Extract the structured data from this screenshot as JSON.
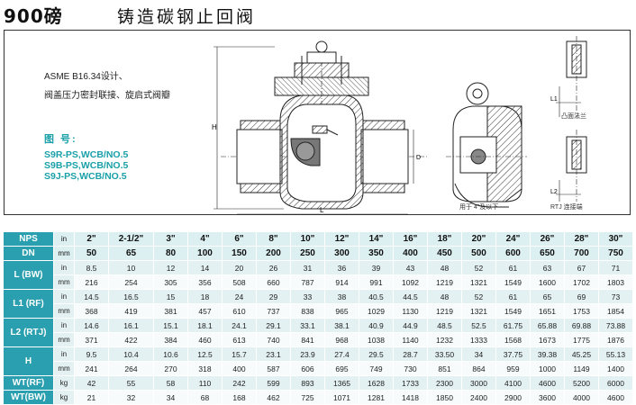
{
  "header": {
    "class_label": "900磅",
    "title": "铸造碳钢止回阀"
  },
  "drawing": {
    "desc_line1": "ASME B16.34设计、",
    "desc_line2": "阀盖压力密封联接、旋启式阀瓣",
    "fig_label": "图 号:",
    "models": [
      "S9R-PS,WCB/NO.5",
      "S9B-PS,WCB/NO.5",
      "S9J-PS,WCB/NO.5"
    ],
    "caption_small": "用于 4\"及以下",
    "caption_rf": "凸面法兰",
    "caption_rtj": "RTJ 连接端",
    "dim_h": "H",
    "dim_l": "L",
    "dim_d": "D",
    "dim_l1": "L1",
    "dim_l2": "L2"
  },
  "table": {
    "nps": {
      "label": "NPS",
      "unit": "in",
      "values": [
        "2\"",
        "2-1/2\"",
        "3\"",
        "4\"",
        "6\"",
        "8\"",
        "10\"",
        "12\"",
        "14\"",
        "16\"",
        "18\"",
        "20\"",
        "24\"",
        "26\"",
        "28\"",
        "30\""
      ]
    },
    "dn": {
      "label": "DN",
      "unit": "mm",
      "values": [
        "50",
        "65",
        "80",
        "100",
        "150",
        "200",
        "250",
        "300",
        "350",
        "400",
        "450",
        "500",
        "600",
        "650",
        "700",
        "750"
      ]
    },
    "groups": [
      {
        "label": "L (BW)",
        "rows": [
          {
            "unit": "in",
            "values": [
              "8.5",
              "10",
              "12",
              "14",
              "20",
              "26",
              "31",
              "36",
              "39",
              "43",
              "48",
              "52",
              "61",
              "63",
              "67",
              "71"
            ]
          },
          {
            "unit": "mm",
            "values": [
              "216",
              "254",
              "305",
              "356",
              "508",
              "660",
              "787",
              "914",
              "991",
              "1092",
              "1219",
              "1321",
              "1549",
              "1600",
              "1702",
              "1803"
            ]
          }
        ]
      },
      {
        "label": "L1 (RF)",
        "rows": [
          {
            "unit": "in",
            "values": [
              "14.5",
              "16.5",
              "15",
              "18",
              "24",
              "29",
              "33",
              "38",
              "40.5",
              "44.5",
              "48",
              "52",
              "61",
              "65",
              "69",
              "73"
            ]
          },
          {
            "unit": "mm",
            "values": [
              "368",
              "419",
              "381",
              "457",
              "610",
              "737",
              "838",
              "965",
              "1029",
              "1130",
              "1219",
              "1321",
              "1549",
              "1651",
              "1753",
              "1854"
            ]
          }
        ]
      },
      {
        "label": "L2 (RTJ)",
        "rows": [
          {
            "unit": "in",
            "values": [
              "14.6",
              "16.1",
              "15.1",
              "18.1",
              "24.1",
              "29.1",
              "33.1",
              "38.1",
              "40.9",
              "44.9",
              "48.5",
              "52.5",
              "61.75",
              "65.88",
              "69.88",
              "73.88"
            ]
          },
          {
            "unit": "mm",
            "values": [
              "371",
              "422",
              "384",
              "460",
              "613",
              "740",
              "841",
              "968",
              "1038",
              "1140",
              "1232",
              "1333",
              "1568",
              "1673",
              "1775",
              "1876"
            ]
          }
        ]
      },
      {
        "label": "H",
        "rows": [
          {
            "unit": "in",
            "values": [
              "9.5",
              "10.4",
              "10.6",
              "12.5",
              "15.7",
              "23.1",
              "23.9",
              "27.4",
              "29.5",
              "28.7",
              "33.50",
              "34",
              "37.75",
              "39.38",
              "45.25",
              "55.13"
            ]
          },
          {
            "unit": "mm",
            "values": [
              "241",
              "264",
              "270",
              "318",
              "400",
              "587",
              "606",
              "695",
              "749",
              "730",
              "851",
              "864",
              "959",
              "1000",
              "1149",
              "1400"
            ]
          }
        ]
      }
    ],
    "wt": [
      {
        "label": "WT(RF)",
        "unit": "kg",
        "values": [
          "42",
          "55",
          "58",
          "110",
          "242",
          "599",
          "893",
          "1365",
          "1628",
          "1733",
          "2300",
          "3000",
          "4100",
          "4600",
          "5200",
          "6000"
        ]
      },
      {
        "label": "WT(BW)",
        "unit": "kg",
        "values": [
          "21",
          "32",
          "34",
          "68",
          "168",
          "462",
          "725",
          "1071",
          "1281",
          "1418",
          "1850",
          "2400",
          "2900",
          "3600",
          "4000",
          "4600"
        ]
      }
    ]
  }
}
